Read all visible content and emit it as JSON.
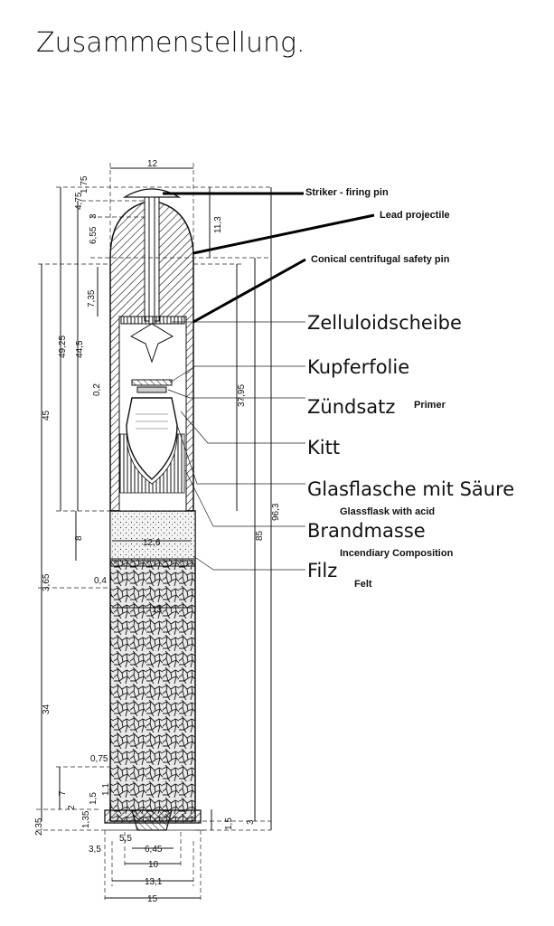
{
  "title": "Zusammenstellung.",
  "callouts_en": {
    "striker": "Striker - firing pin",
    "lead": "Lead projectile",
    "conical": "Conical centrifugal safety pin"
  },
  "labels_de": {
    "zelluloid": "Zelluloidscheibe",
    "kupfer": "Kupferfolie",
    "zuend": "Zündsatz",
    "kitt": "Kitt",
    "glas": "Glasflasche mit Säure",
    "brand": "Brandmasse",
    "filz": "Filz"
  },
  "labels_en": {
    "primer": "Primer",
    "glassflask": "Glassflask with acid",
    "incendiary": "Incendiary Composition",
    "felt": "Felt"
  },
  "dims": {
    "d12": "12",
    "d175": "1,75",
    "d475": "4,75",
    "d3a": "3",
    "d655": "6,55",
    "d113": "11,3",
    "d735": "7,35",
    "d4925": "49,25",
    "d445": "44,5",
    "d02": "0,2",
    "d3795": "37,95",
    "d45": "45",
    "d8": "8",
    "d126": "12,6",
    "d963": "96,3",
    "d85": "85",
    "d365": "3,65",
    "d04": "0,4",
    "d13": "13",
    "d34": "34",
    "d075": "0,75",
    "d7": "7",
    "d15a": "1,5",
    "d11": "1,1",
    "d2": "2",
    "d135": "1,35",
    "d235": "2,35",
    "d15b": "1,5",
    "d3b": "3",
    "d35": "3,5",
    "d55": "5,5",
    "d645": "6,45",
    "d10": "10",
    "d131": "13,1",
    "d15c": "15"
  },
  "colors": {
    "ink": "#111111",
    "paper": "#ffffff"
  }
}
